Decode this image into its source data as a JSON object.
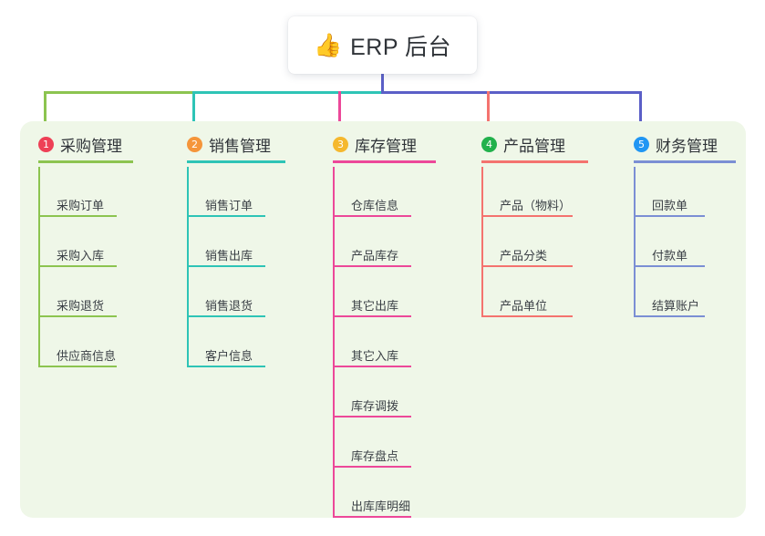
{
  "root": {
    "icon": "thumbs-up-icon",
    "icon_glyph": "👍",
    "title": "ERP 后台"
  },
  "theme": {
    "page_bg": "#ffffff",
    "panel_bg": "#eff7e8",
    "card_bg": "#ffffff",
    "text": "#2f3338",
    "stem_color": "#5b5fc7"
  },
  "columns": [
    {
      "index": "1",
      "badge_color": "#ee4056",
      "line_color": "#8cc450",
      "title": "采购管理",
      "items": [
        {
          "label": "采购订单"
        },
        {
          "label": "采购入库"
        },
        {
          "label": "采购退货"
        },
        {
          "label": "供应商信息"
        }
      ]
    },
    {
      "index": "2",
      "badge_color": "#f5953a",
      "line_color": "#2ec4b6",
      "title": "销售管理",
      "items": [
        {
          "label": "销售订单"
        },
        {
          "label": "销售出库"
        },
        {
          "label": "销售退货"
        },
        {
          "label": "客户信息"
        }
      ]
    },
    {
      "index": "3",
      "badge_color": "#f5b82e",
      "line_color": "#ec4899",
      "title": "库存管理",
      "items": [
        {
          "label": "仓库信息"
        },
        {
          "label": "产品库存"
        },
        {
          "label": "其它出库"
        },
        {
          "label": "其它入库"
        },
        {
          "label": "库存调拨"
        },
        {
          "label": "库存盘点"
        },
        {
          "label": "出库库明细"
        }
      ]
    },
    {
      "index": "4",
      "badge_color": "#22b14c",
      "line_color": "#f4736f",
      "title": "产品管理",
      "items": [
        {
          "label": "产品（物料）"
        },
        {
          "label": "产品分类"
        },
        {
          "label": "产品单位"
        }
      ]
    },
    {
      "index": "5",
      "badge_color": "#2196f3",
      "line_color": "#7b8fd4",
      "title": "财务管理",
      "items": [
        {
          "label": "回款单"
        },
        {
          "label": "付款单"
        },
        {
          "label": "结算账户"
        }
      ]
    }
  ]
}
